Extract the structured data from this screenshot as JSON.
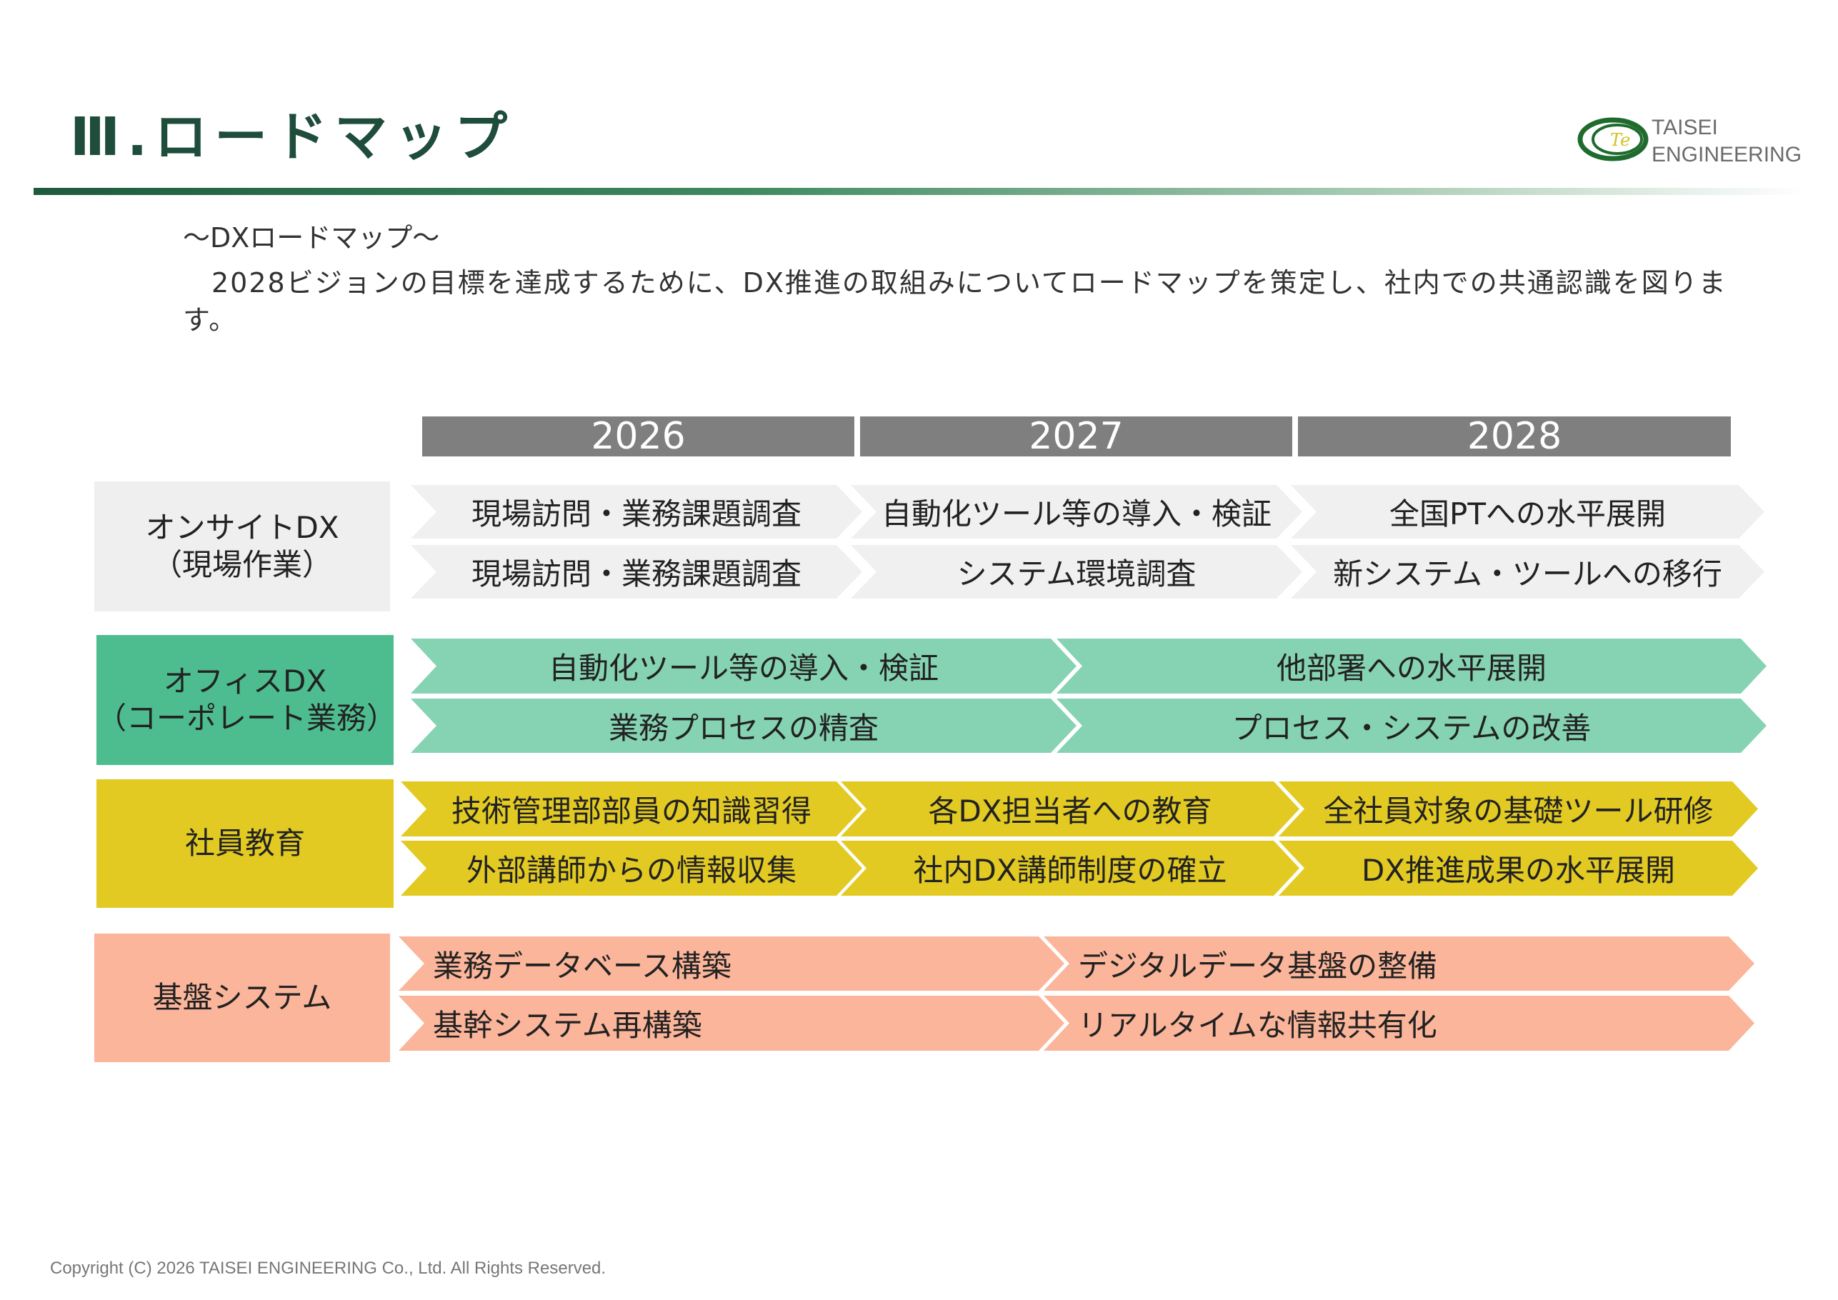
{
  "header": {
    "title": "Ⅲ.ロードマップ",
    "logo_line1": "TAISEI",
    "logo_line2": "ENGINEERING",
    "logo_mark": "Te"
  },
  "intro": {
    "subtitle": "～DXロードマップ～",
    "paragraph": "2028ビジョンの目標を達成するために、DX推進の取組みについてロードマップを策定し、社内での共通認識を図ります。"
  },
  "years": [
    "2026",
    "2027",
    "2028"
  ],
  "colors": {
    "onsite": "#f0f0f0",
    "onsite_label": "#efefef",
    "office": "#86d3b3",
    "office_label": "#4dbd8f",
    "education": "#e2ca22",
    "base": "#fbb59a"
  },
  "rows": [
    {
      "label1": "オンサイトDX",
      "label2": "（現場作業）",
      "lines": [
        [
          "現場訪問・業務課題調査",
          "自動化ツール等の導入・検証",
          "全国PTへの水平展開"
        ],
        [
          "現場訪問・業務課題調査",
          "システム環境調査",
          "新システム・ツールへの移行"
        ]
      ]
    },
    {
      "label1": "オフィスDX",
      "label2": "（コーポレート業務）",
      "lines": [
        [
          "自動化ツール等の導入・検証",
          "他部署への水平展開"
        ],
        [
          "業務プロセスの精査",
          "プロセス・システムの改善"
        ]
      ]
    },
    {
      "label1": "社員教育",
      "label2": "",
      "lines": [
        [
          "技術管理部部員の知識習得",
          "各DX担当者への教育",
          "全社員対象の基礎ツール研修"
        ],
        [
          "外部講師からの情報収集",
          "社内DX講師制度の確立",
          "DX推進成果の水平展開"
        ]
      ]
    },
    {
      "label1": "基盤システム",
      "label2": "",
      "lines": [
        [
          "業務データベース構築",
          "デジタルデータ基盤の整備"
        ],
        [
          "基幹システム再構築",
          "リアルタイムな情報共有化"
        ]
      ]
    }
  ],
  "footer": {
    "copyright": "Copyright (C) 2026 TAISEI ENGINEERING Co., Ltd. All Rights Reserved."
  }
}
